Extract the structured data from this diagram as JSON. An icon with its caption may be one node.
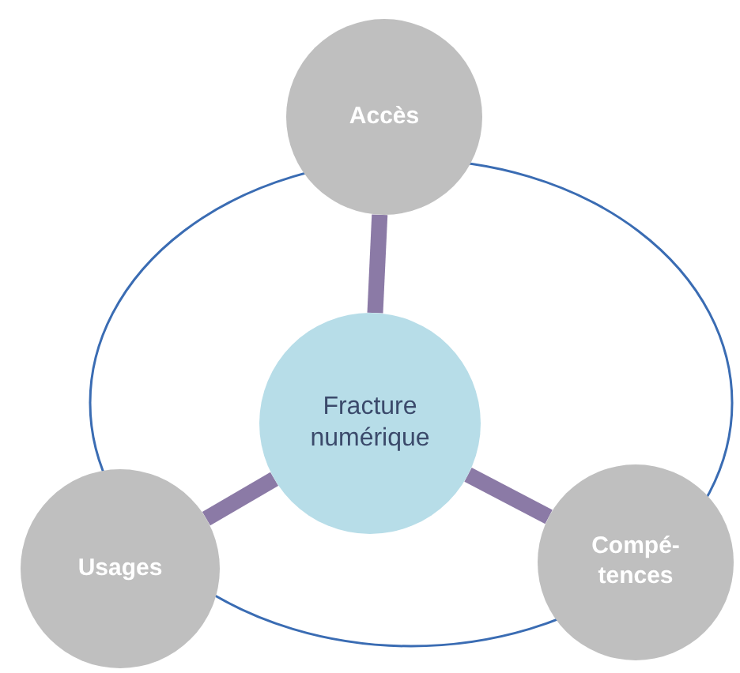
{
  "diagram": {
    "nodes": [
      {
        "text": [
          "Accès"
        ]
      },
      {
        "text": [
          "Fracture numérique"
        ]
      },
      {
        "text": [
          "Usages"
        ]
      },
      {
        "text": [
          "Compé- tences"
        ]
      }
    ],
    "edges": [
      {
        "from": 1,
        "to": 0,
        "arrow": "none"
      },
      {
        "from": 1,
        "to": 2,
        "arrow": "none"
      },
      {
        "from": 1,
        "to": 3,
        "arrow": "none"
      }
    ]
  }
}
